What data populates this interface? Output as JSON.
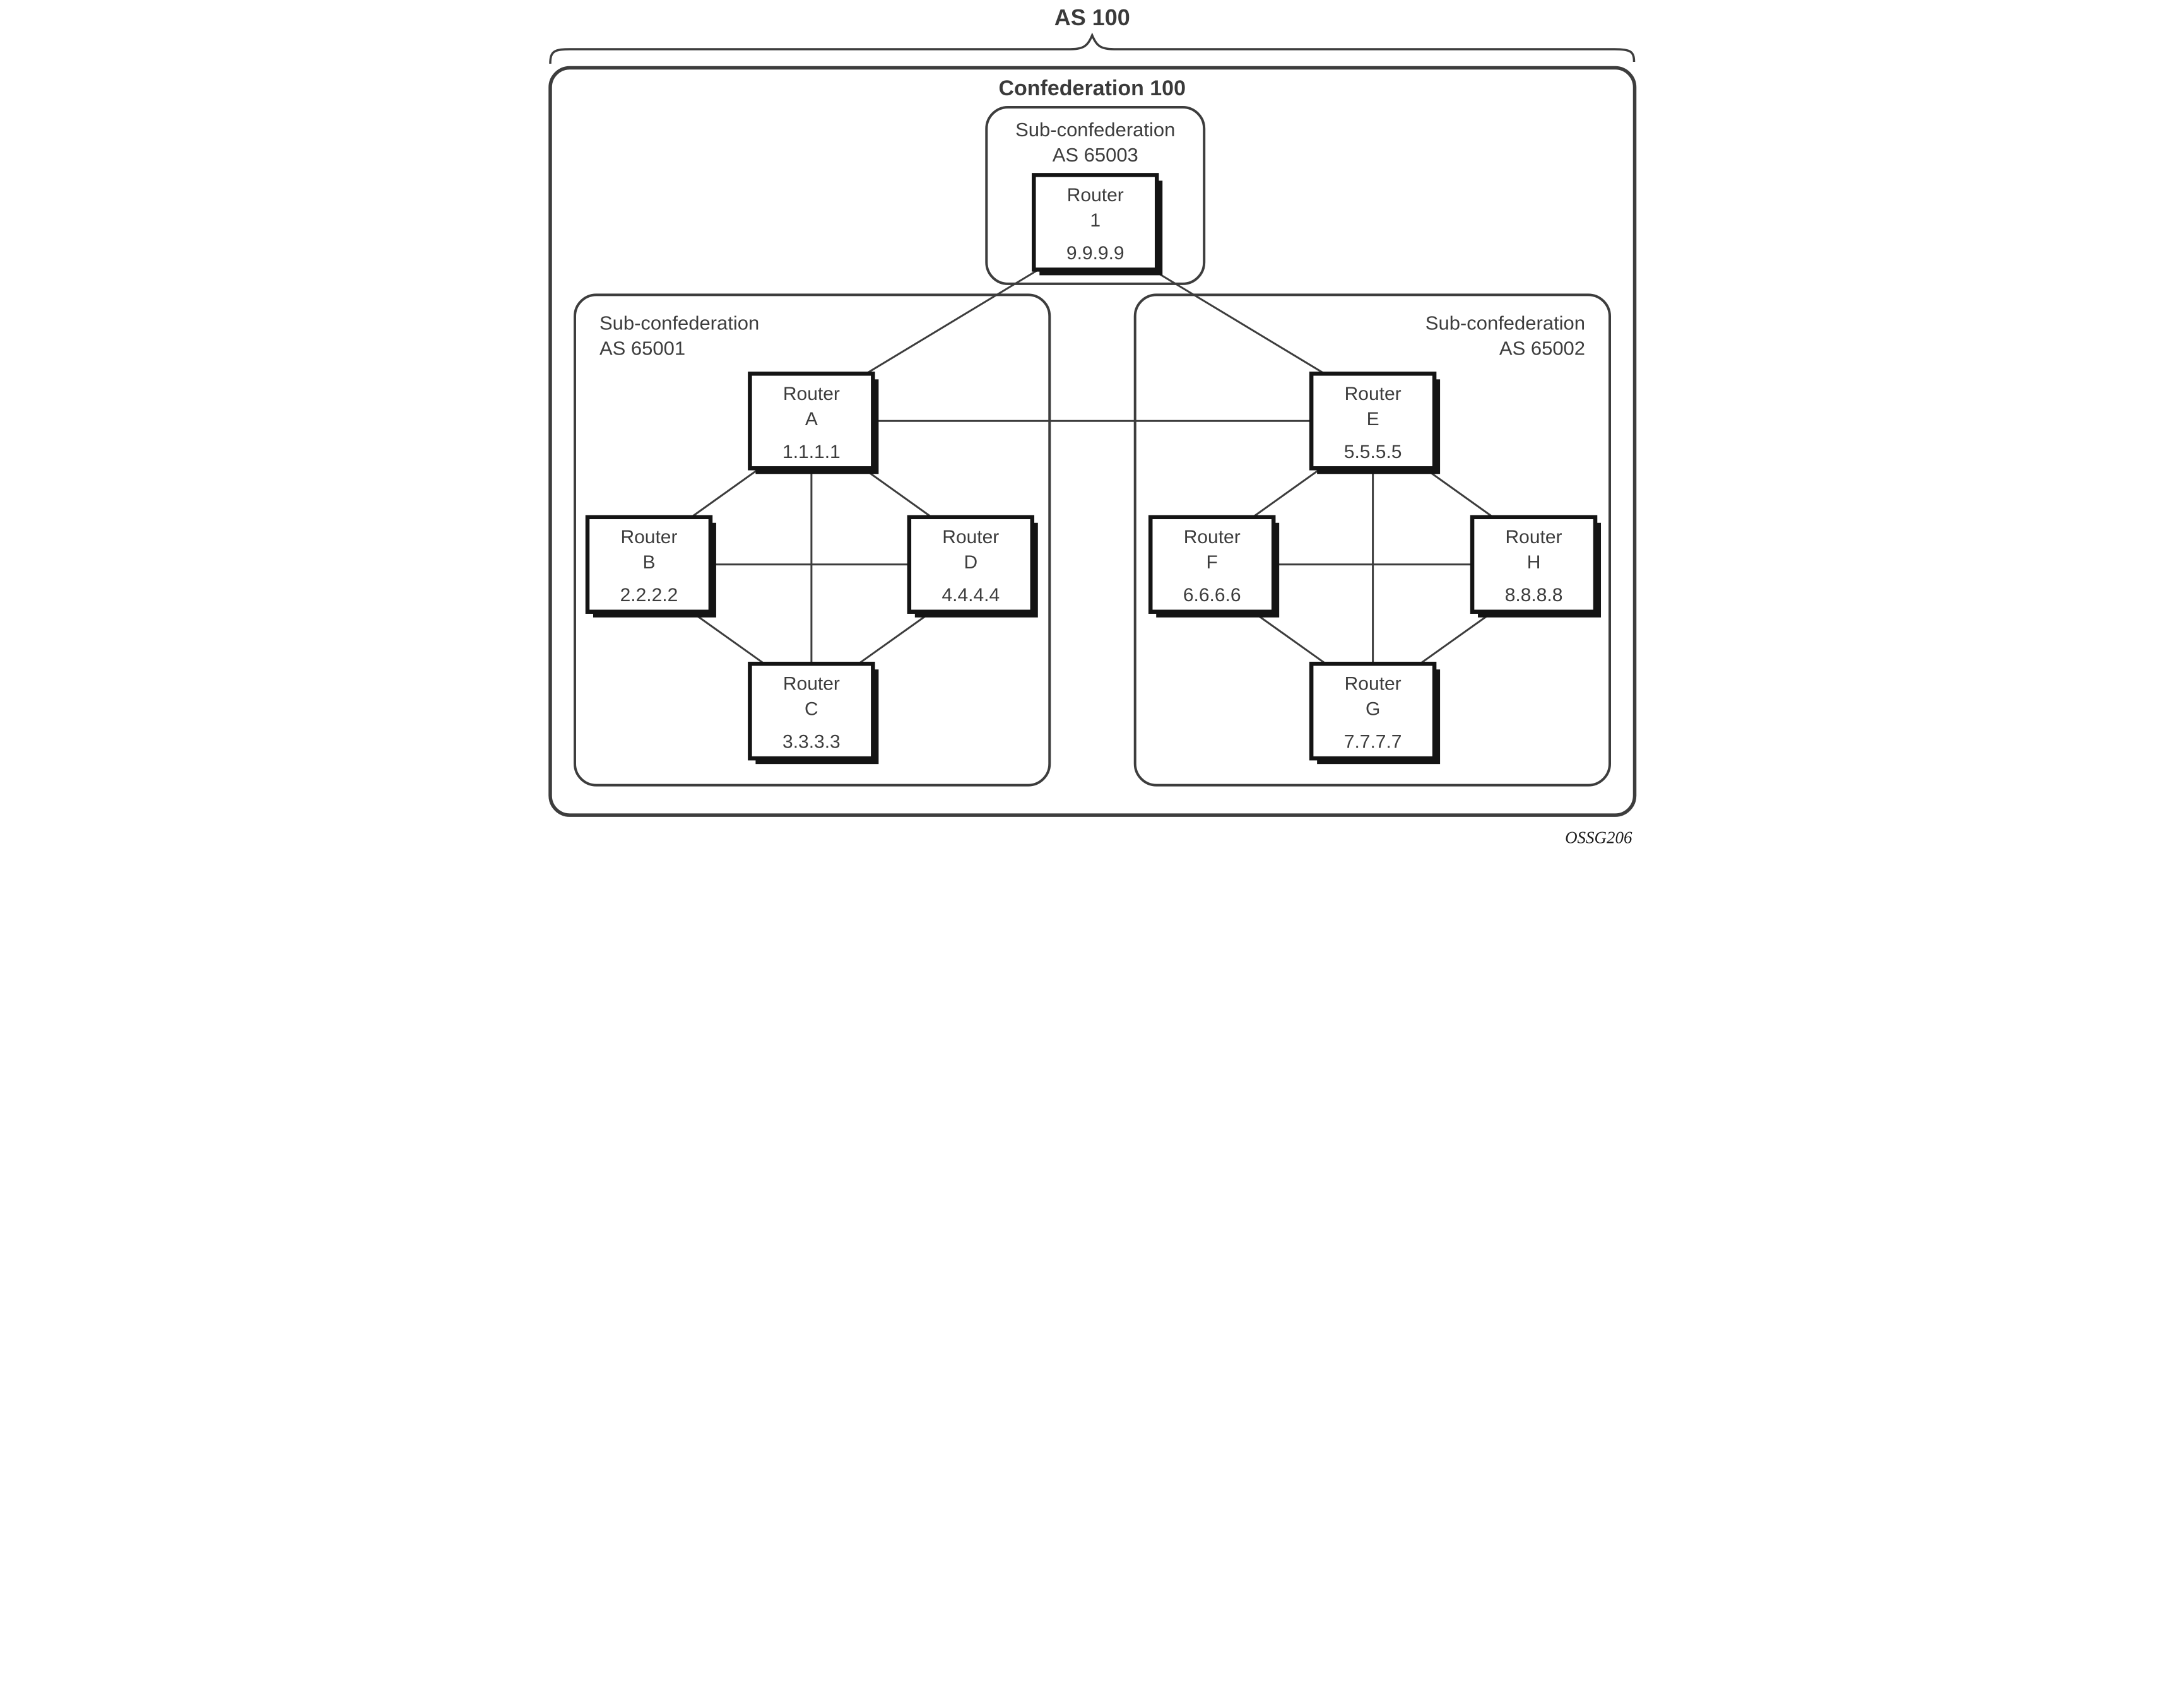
{
  "diagram": {
    "as_title": "AS 100",
    "confederation_label": "Confederation 100",
    "watermark": "OSSG206"
  },
  "sub_confederations": {
    "as65003": {
      "line1": "Sub-confederation",
      "line2": "AS 65003"
    },
    "as65001": {
      "line1": "Sub-confederation",
      "line2": "AS 65001"
    },
    "as65002": {
      "line1": "Sub-confederation",
      "line2": "AS 65002"
    }
  },
  "routers": {
    "r1": {
      "title": "Router",
      "id": "1",
      "ip": "9.9.9.9"
    },
    "ra": {
      "title": "Router",
      "id": "A",
      "ip": "1.1.1.1"
    },
    "rb": {
      "title": "Router",
      "id": "B",
      "ip": "2.2.2.2"
    },
    "rc": {
      "title": "Router",
      "id": "C",
      "ip": "3.3.3.3"
    },
    "rd": {
      "title": "Router",
      "id": "D",
      "ip": "4.4.4.4"
    },
    "re": {
      "title": "Router",
      "id": "E",
      "ip": "5.5.5.5"
    },
    "rf": {
      "title": "Router",
      "id": "F",
      "ip": "6.6.6.6"
    },
    "rg": {
      "title": "Router",
      "id": "G",
      "ip": "7.7.7.7"
    },
    "rh": {
      "title": "Router",
      "id": "H",
      "ip": "8.8.8.8"
    }
  },
  "connections": [
    {
      "from": "1",
      "to": "A"
    },
    {
      "from": "1",
      "to": "E"
    },
    {
      "from": "A",
      "to": "E"
    },
    {
      "from": "A",
      "to": "B"
    },
    {
      "from": "A",
      "to": "C"
    },
    {
      "from": "A",
      "to": "D"
    },
    {
      "from": "B",
      "to": "C"
    },
    {
      "from": "B",
      "to": "D"
    },
    {
      "from": "C",
      "to": "D"
    },
    {
      "from": "E",
      "to": "F"
    },
    {
      "from": "E",
      "to": "G"
    },
    {
      "from": "E",
      "to": "H"
    },
    {
      "from": "F",
      "to": "G"
    },
    {
      "from": "F",
      "to": "H"
    },
    {
      "from": "G",
      "to": "H"
    }
  ],
  "colors": {
    "background": "#ffffff",
    "line": "#3d3d3d",
    "router_border": "#141414",
    "text": "#3d3d3d",
    "watermark": "#1c1c1c"
  }
}
